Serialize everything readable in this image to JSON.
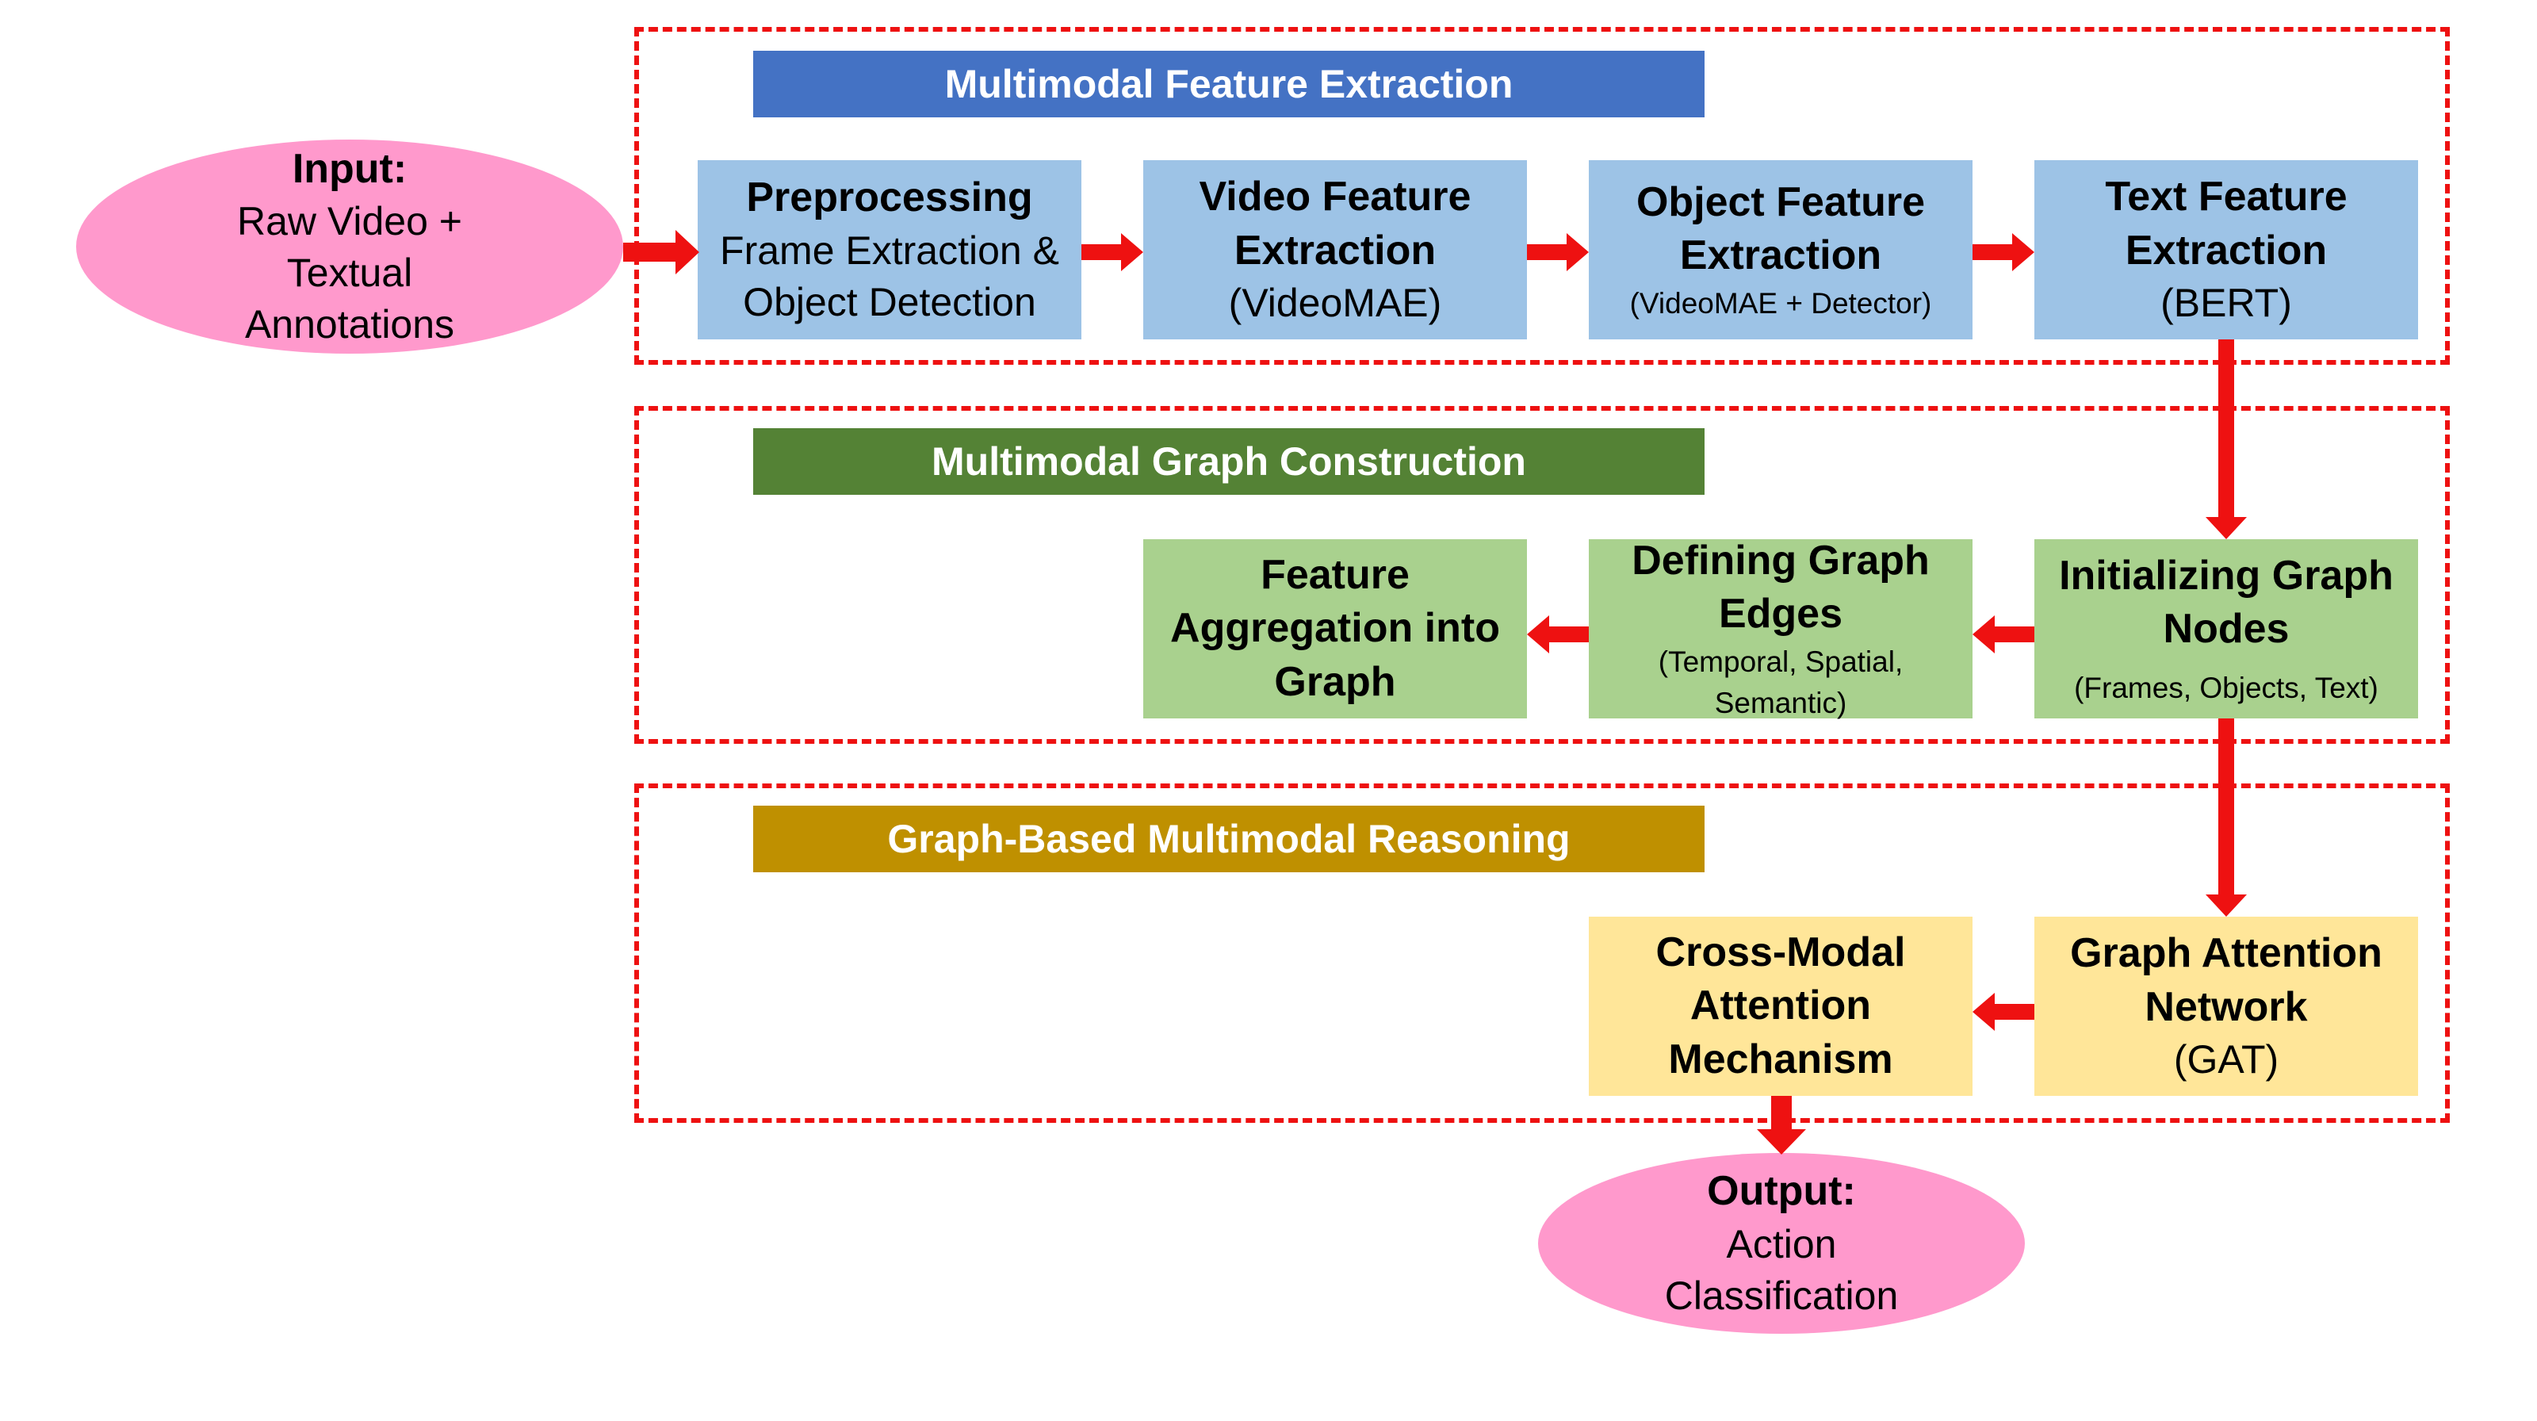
{
  "colors": {
    "section_border": "#ee1111",
    "arrow": "#ee1111",
    "banner_extraction": "#4472c4",
    "banner_graph": "#548235",
    "banner_reasoning": "#bf9000",
    "box_blue": "#9dc3e6",
    "box_green": "#a9d18e",
    "box_yellow": "#ffe699",
    "ellipse": "#ff99cc"
  },
  "input": {
    "title": "Input:",
    "line1": "Raw Video +",
    "line2": "Textual",
    "line3": "Annotations"
  },
  "output": {
    "title": "Output:",
    "line1": "Action",
    "line2": "Classification"
  },
  "sections": {
    "extraction": {
      "banner": "Multimodal Feature Extraction",
      "preprocessing": {
        "title": "Preprocessing",
        "line1": "Frame Extraction &",
        "line2": "Object Detection"
      },
      "video": {
        "title1": "Video Feature",
        "title2": "Extraction",
        "sub": "(VideoMAE)"
      },
      "object": {
        "title1": "Object Feature",
        "title2": "Extraction",
        "sub": "(VideoMAE + Detector)"
      },
      "text": {
        "title1": "Text Feature",
        "title2": "Extraction",
        "sub": "(BERT)"
      }
    },
    "graph": {
      "banner": "Multimodal Graph Construction",
      "nodes": {
        "title1": "Initializing Graph",
        "title2": "Nodes",
        "sub": "(Frames, Objects, Text)"
      },
      "edges": {
        "title1": "Defining Graph",
        "title2": "Edges",
        "sub1": "(Temporal, Spatial,",
        "sub2": "Semantic)"
      },
      "aggregation": {
        "title1": "Feature",
        "title2": "Aggregation into",
        "title3": "Graph"
      }
    },
    "reasoning": {
      "banner": "Graph-Based Multimodal Reasoning",
      "gat": {
        "title1": "Graph Attention",
        "title2": "Network",
        "sub": "(GAT)"
      },
      "crossmodal": {
        "title1": "Cross-Modal",
        "title2": "Attention",
        "title3": "Mechanism"
      }
    }
  }
}
